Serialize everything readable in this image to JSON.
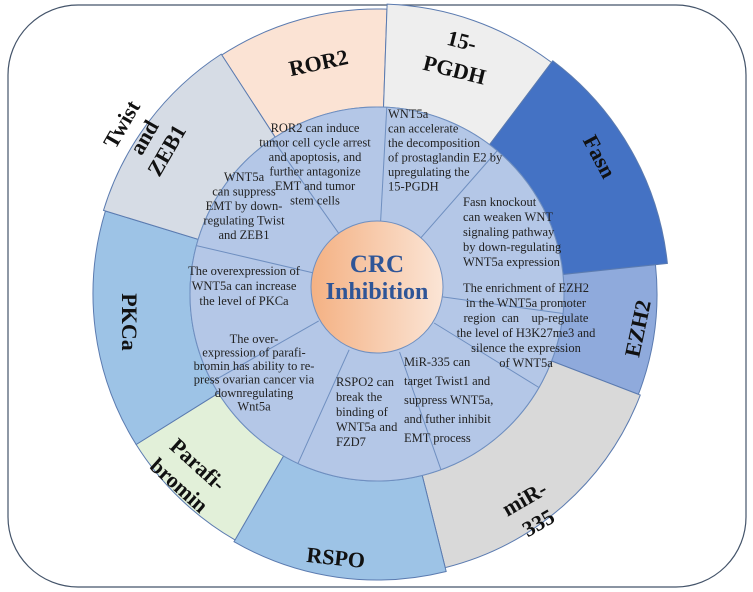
{
  "center": {
    "line1": "CRC",
    "line2": "Inhibition",
    "color": "#2f5597"
  },
  "colors": {
    "inner_ring": "#b4c7e7",
    "frame": "#44546a",
    "center_from": "#f4b183",
    "center_to": "#fbe5d6"
  },
  "segments": [
    {
      "id": "ror2",
      "label": [
        "ROR2"
      ],
      "color": "#fbe3d4",
      "text": [
        "ROR2 can induce",
        "tumor cell cycle arrest",
        "and apoptosis, and",
        "further antagonize",
        "EMT and tumor",
        "stem cells"
      ]
    },
    {
      "id": "pgdh",
      "label": [
        "15-",
        "PGDH"
      ],
      "color": "#eeeeee",
      "text": [
        "WNT5a",
        "can accelerate",
        "the decomposition",
        "of prostaglandin E2 by",
        "upregulating the",
        "15-PGDH"
      ]
    },
    {
      "id": "fasn",
      "label": [
        "Fasn"
      ],
      "color": "#4472c4",
      "text": [
        "Fasn knockout",
        "can weaken WNT",
        "signaling pathway",
        "by down-regulating",
        "WNT5a expression"
      ]
    },
    {
      "id": "ezh2",
      "label": [
        "EZH2"
      ],
      "color": "#8faadc",
      "text": [
        "The enrichment of EZH2",
        "in the WNT5a promoter",
        "region  can    up-regulate",
        "the level of H3K27me3 and",
        "silence the expression",
        "of WNT5a"
      ]
    },
    {
      "id": "mir335",
      "label": [
        "miR-",
        "335"
      ],
      "color": "#d9d9d9",
      "text": [
        "MiR-335 can",
        "target Twist1 and",
        "suppress WNT5a,",
        "and futher inhibit",
        "EMT process"
      ]
    },
    {
      "id": "rspo",
      "label": [
        "RSPO"
      ],
      "color": "#9dc3e6",
      "text": [
        "RSPO2 can",
        "break the",
        "binding of",
        "WNT5a and",
        "FZD7"
      ]
    },
    {
      "id": "parafibromin",
      "label": [
        "Parafi-",
        "bromin"
      ],
      "color": "#e2f0d9",
      "text": [
        "The over-",
        "expression of parafi-",
        "bromin has ability to re-",
        "press ovarian cancer via",
        "downregulating",
        "Wnt5a"
      ]
    },
    {
      "id": "pkca",
      "label": [
        "PKCa"
      ],
      "color": "#9dc3e6",
      "text": [
        "The overexpression of",
        "WNT5a can increase",
        "the level of PKCa"
      ]
    },
    {
      "id": "twist",
      "label": [
        "Twist",
        "and",
        "ZEB1"
      ],
      "color": "#d6dce5",
      "text": [
        "WNT5a",
        "can suppress",
        "EMT by down-",
        "regulating Twist",
        "and ZEB1"
      ]
    }
  ]
}
